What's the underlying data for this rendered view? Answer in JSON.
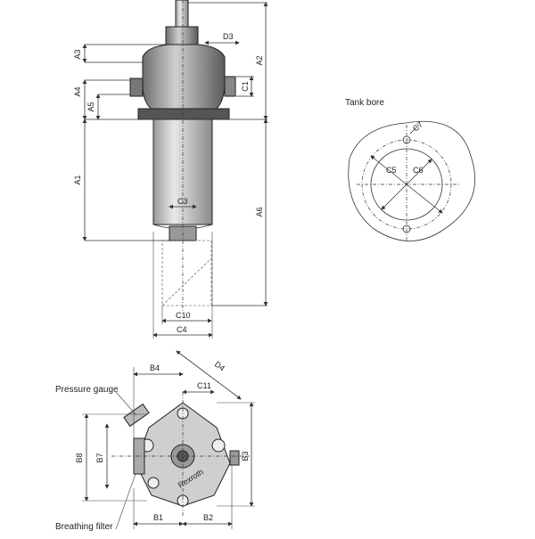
{
  "labels": {
    "A1": "A1",
    "A2": "A2",
    "A3": "A3",
    "A4": "A4",
    "A5": "A5",
    "A6": "A6",
    "B1": "B1",
    "B2": "B2",
    "B3": "B3",
    "B4": "B4",
    "B7": "B7",
    "B8": "B8",
    "C1": "C1",
    "C3": "C3",
    "C4": "C4",
    "C5": "C5",
    "C6": "C6",
    "C7": "C7",
    "C10": "C10",
    "C11": "C11",
    "D3": "D3",
    "D4": "D4"
  },
  "captions": {
    "tank_bore": "Tank bore",
    "pressure_gauge": "Pressure gauge",
    "breathing_filter": "Breathing filter",
    "brand": "Rexroth"
  },
  "colors": {
    "part_dark": "#3a3a3a",
    "part_mid": "#8c8c8c",
    "part_light": "#d9d9d9",
    "line": "#333333"
  }
}
